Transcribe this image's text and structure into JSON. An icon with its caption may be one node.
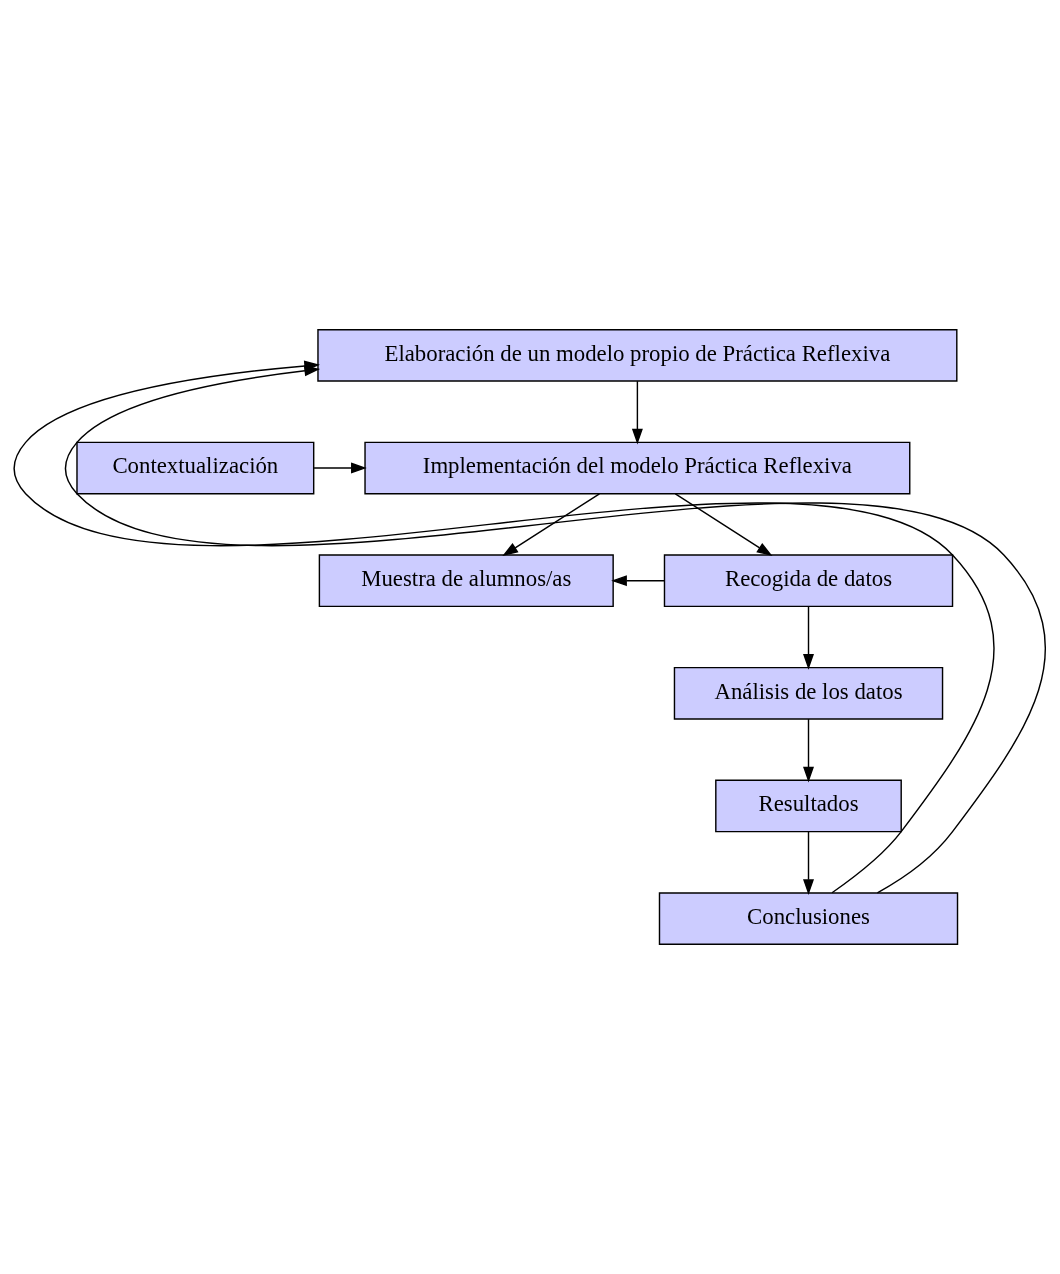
{
  "diagram": {
    "nodes": [
      {
        "text": [
          "Elaboración de un modelo propio de Práctica Reflexiva"
        ]
      },
      {
        "text": [
          "Contextualización"
        ]
      },
      {
        "text": [
          "Implementación del modelo Práctica Reflexiva"
        ]
      },
      {
        "text": [
          "Muestra de alumnos/as"
        ]
      },
      {
        "text": [
          "Recogida de datos"
        ]
      },
      {
        "text": [
          "Análisis de los datos"
        ]
      },
      {
        "text": [
          "Resultados"
        ]
      },
      {
        "text": [
          "Conclusiones"
        ]
      }
    ],
    "edges": [
      {
        "from": 0,
        "to": 2,
        "arrow": "to"
      },
      {
        "from": 1,
        "to": 2,
        "arrow": "to"
      },
      {
        "from": 2,
        "to": 3,
        "arrow": "to"
      },
      {
        "from": 2,
        "to": 4,
        "arrow": "to"
      },
      {
        "from": 4,
        "to": 3,
        "arrow": "to"
      },
      {
        "from": 4,
        "to": 5,
        "arrow": "to"
      },
      {
        "from": 5,
        "to": 6,
        "arrow": "to"
      },
      {
        "from": 6,
        "to": 7,
        "arrow": "to"
      },
      {
        "from": 7,
        "to": 0,
        "arrow": "to"
      },
      {
        "from": 7,
        "to": 0,
        "arrow": "to"
      }
    ]
  }
}
